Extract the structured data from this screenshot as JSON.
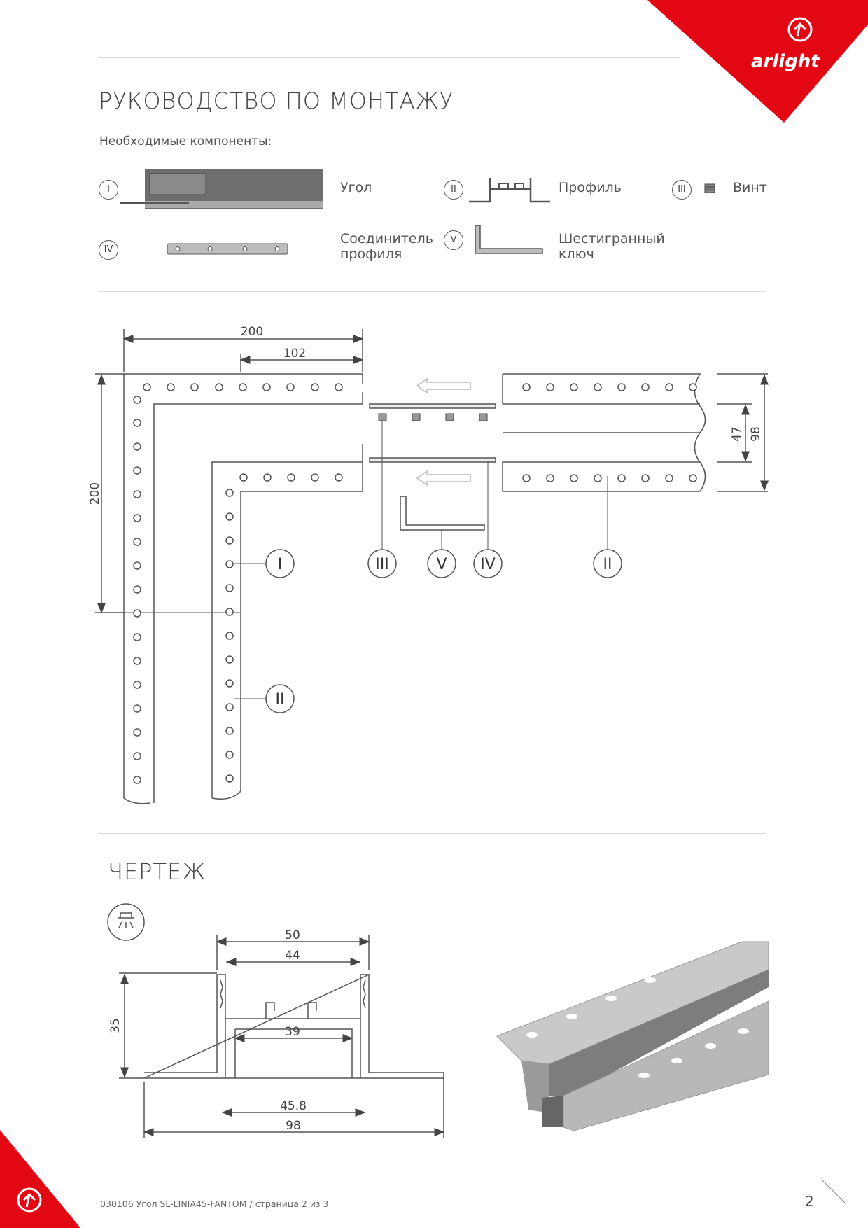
{
  "brand": {
    "name": "arlight"
  },
  "header": {
    "title": "РУКОВОДСТВО ПО МОНТАЖУ",
    "subtitle": "Необходимые компоненты:"
  },
  "components": [
    {
      "numeral": "I",
      "label": "Угол"
    },
    {
      "numeral": "II",
      "label": "Профиль"
    },
    {
      "numeral": "III",
      "label": "Винт"
    },
    {
      "numeral": "IV",
      "label": "Соединитель профиля"
    },
    {
      "numeral": "V",
      "label": "Шестигранный ключ"
    }
  ],
  "assembly": {
    "dims": {
      "outer": "200",
      "inner": "102",
      "height": "200",
      "w47": "47",
      "w98": "98"
    },
    "callouts": [
      "I",
      "II",
      "III",
      "V",
      "IV",
      "II"
    ]
  },
  "drawing": {
    "title": "ЧЕРТЕЖ",
    "dims": {
      "d50": "50",
      "d44": "44",
      "d39": "39",
      "d35": "35",
      "d458": "45.8",
      "d98": "98"
    }
  },
  "footer": {
    "text": "030106 Угол SL-LINIA45-FANTOM / страница 2 из 3",
    "page": "2"
  },
  "colors": {
    "brand_red": "#e30613",
    "line": "#555555",
    "rule": "#d9d9d9"
  }
}
